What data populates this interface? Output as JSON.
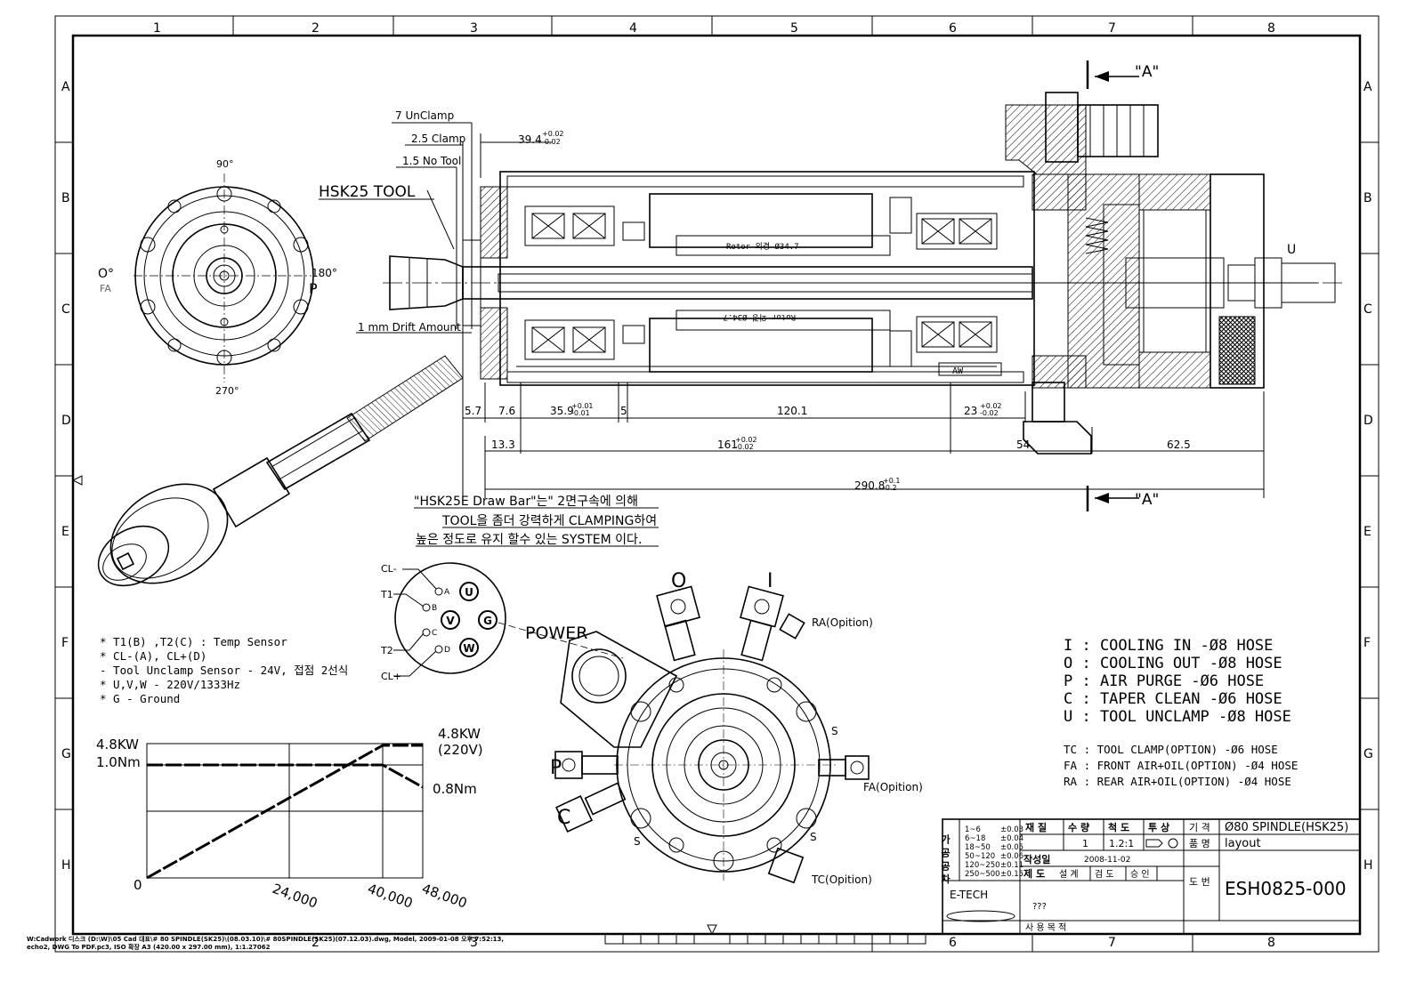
{
  "border": {
    "col_labels": [
      "1",
      "2",
      "3",
      "4",
      "5",
      "6",
      "7",
      "8"
    ],
    "row_labels": [
      "A",
      "B",
      "C",
      "D",
      "E",
      "F",
      "G",
      "H"
    ]
  },
  "section_marks": {
    "top": "\"A\"",
    "bottom": "\"A\""
  },
  "spindle": {
    "hsk_tool": "HSK25 TOOL",
    "unclamp": "7 UnClamp",
    "clamp": "2.5 Clamp",
    "no_tool": "1.5 No Tool",
    "drift": "1 mm Drift Amount",
    "rotor": "Rotor 외경 Ø34.7",
    "rotor_mirror": "Rotor 외경 Ø34.7",
    "aw": "AW",
    "dim_39": "39.4",
    "dim_39_tol_up": "+0.02",
    "dim_39_tol_dn": "-0.02",
    "dim_57": "5.7",
    "dim_76": "7.6",
    "dim_359": "35.9",
    "dim_359_tol_up": "+0.01",
    "dim_359_tol_dn": "-0.01",
    "dim_5": "5",
    "dim_1201": "120.1",
    "dim_23": "23",
    "dim_23_tol_up": "+0.02",
    "dim_23_tol_dn": "-0.02",
    "dim_133": "13.3",
    "dim_161": "161",
    "dim_161_tol_up": "+0.02",
    "dim_161_tol_dn": "-0.02",
    "dim_54": "54",
    "dim_625": "62.5",
    "dim_2908": "290.8",
    "dim_2908_tol_up": "+0.1",
    "dim_2908_tol_dn": "-0.2",
    "u_label": "U"
  },
  "front_view": {
    "deg90": "90°",
    "deg0": "O°",
    "fa": "FA",
    "deg180": "180°",
    "p": "P",
    "deg270": "270°"
  },
  "note": {
    "line1": "\"HSK25E Draw Bar\"는\" 2면구속에 의해",
    "line2": "TOOL을 좀더 강력하게 CLAMPING하여",
    "line3": "높은 정도로 유지 할수 있는 SYSTEM 이다."
  },
  "connector": {
    "cl_minus": "CL-",
    "t1": "T1",
    "t2": "T2",
    "cl_plus": "CL+",
    "pins": [
      "A",
      "B",
      "C",
      "D"
    ],
    "power_pins": [
      "U",
      "V",
      "G",
      "W"
    ],
    "power": "POWER"
  },
  "legend": [
    "* T1(B) ,T2(C) : Temp Sensor",
    "* CL-(A), CL+(D)",
    "   - Tool Unclamp Sensor - 24V, 접점 2선식",
    "* U,V,W - 220V/1333Hz",
    "* G - Ground"
  ],
  "torque_chart": {
    "y_top_left": "4.8KW",
    "y_second_left": "1.0Nm",
    "right_top": "4.8KW",
    "right_top2": "(220V)",
    "right_bottom": "0.8Nm",
    "origin": "0",
    "x_ticks": [
      "24,000",
      "40,000",
      "48,000"
    ]
  },
  "rear_view": {
    "o": "O",
    "i": "I",
    "ra": "RA(Opition)",
    "fa": "FA(Opition)",
    "tc": "TC(Opition)",
    "p": "P",
    "c": "C",
    "s": "S"
  },
  "hoses": [
    "I : COOLING IN -Ø8 HOSE",
    "O : COOLING OUT -Ø8 HOSE",
    "P : AIR PURGE -Ø6 HOSE",
    "C : TAPER CLEAN -Ø6 HOSE",
    "U : TOOL UNCLAMP -Ø8 HOSE"
  ],
  "options": [
    "TC : TOOL CLAMP(OPTION) -Ø6 HOSE",
    "FA : FRONT AIR+OIL(OPTION) -Ø4 HOSE",
    "RA : REAR AIR+OIL(OPTION) -Ø4 HOSE"
  ],
  "title_block": {
    "tol_side": "가 공 공 차",
    "tol_rows": [
      [
        "1~6",
        "±0.03"
      ],
      [
        "6~18",
        "±0.04"
      ],
      [
        "18~50",
        "±0.05"
      ],
      [
        "50~120",
        "±0.06"
      ],
      [
        "120~250",
        "±0.11"
      ],
      [
        "250~500",
        "±0.15"
      ]
    ],
    "material": "재 질",
    "qty_head": "수 량",
    "scale_head": "척 도",
    "proj_head": "투 상",
    "qty": "1",
    "scale": "1.2:1",
    "date_label": "작성일",
    "date": "2008-11-02",
    "made_by": "제 도",
    "design": "설 계",
    "review": "검 도",
    "approve": "승 인",
    "company": "E-TECH",
    "drawn": "???",
    "usage": "사 용 목 적",
    "spec_label": "기 격",
    "spec": "Ø80 SPINDLE(HSK25)",
    "name_label": "품 명",
    "name": "layout",
    "dwg_label": "도 번",
    "dwg_no": "ESH0825-000"
  },
  "footer": {
    "line1": "W:Cadwork 디스크 (D:\\W)\\05 Cad 대표\\# 80 SPINDLE(SK25)\\(08.03.10)\\# 80SPINDLE(SK25)(07.12.03).dwg, Model, 2009-01-08 오후 7:52:13,",
    "line2": "echo2, DWG To PDF.pc3, ISO 확장 A3 (420.00 x 297.00 mm), 1:1.27062"
  }
}
